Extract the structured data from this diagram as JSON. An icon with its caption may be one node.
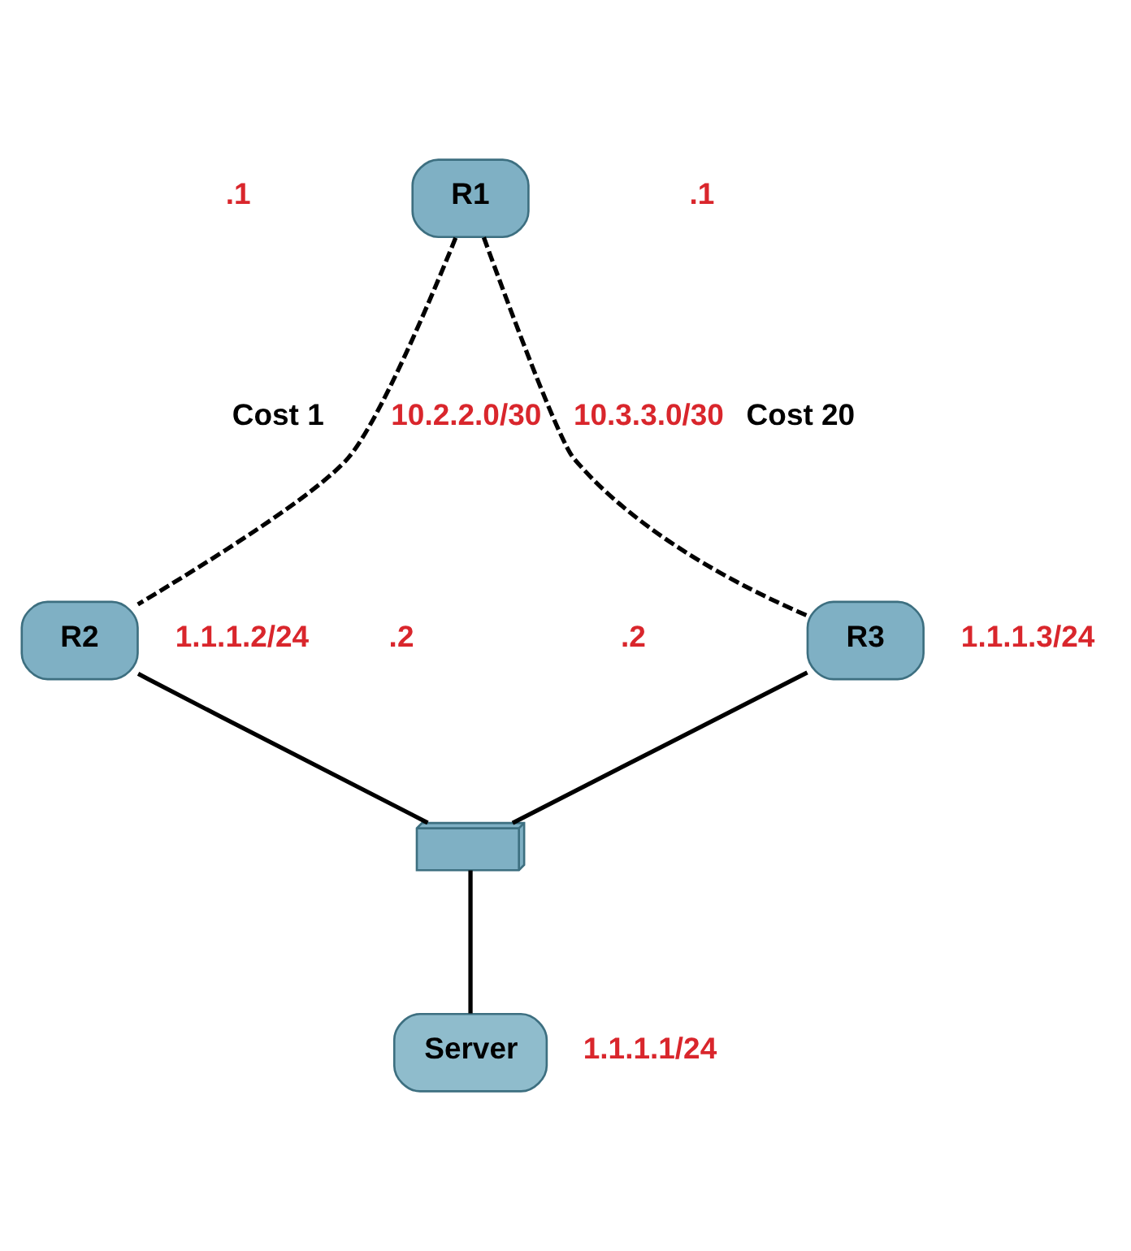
{
  "diagram": {
    "nodes": [
      {
        "text": [
          "R1"
        ]
      },
      {
        "text": [
          "R2"
        ],
        "beside": [
          "1.1.1.2/24"
        ]
      },
      {
        "text": [
          "R3"
        ],
        "beside": [
          "1.1.1.3/24"
        ]
      },
      {
        "text": [],
        "shape": "picture"
      },
      {
        "text": [
          "Server"
        ],
        "beside": [
          "1.1.1.1/24"
        ]
      }
    ],
    "edges": [
      {
        "from": 0,
        "to": 1,
        "arrow": "none",
        "label": "10.2.2.0/30",
        "style": "dashed"
      },
      {
        "from": 0,
        "to": 2,
        "arrow": "none",
        "label": "10.3.3.0/30",
        "style": "dashed"
      },
      {
        "from": 1,
        "to": 3,
        "arrow": "none"
      },
      {
        "from": 2,
        "to": 3,
        "arrow": "none"
      },
      {
        "from": 3,
        "to": 4,
        "arrow": "none"
      }
    ],
    "labels": [
      ".1",
      ".1",
      "Cost 1",
      "Cost 20",
      ".2",
      ".2"
    ]
  }
}
